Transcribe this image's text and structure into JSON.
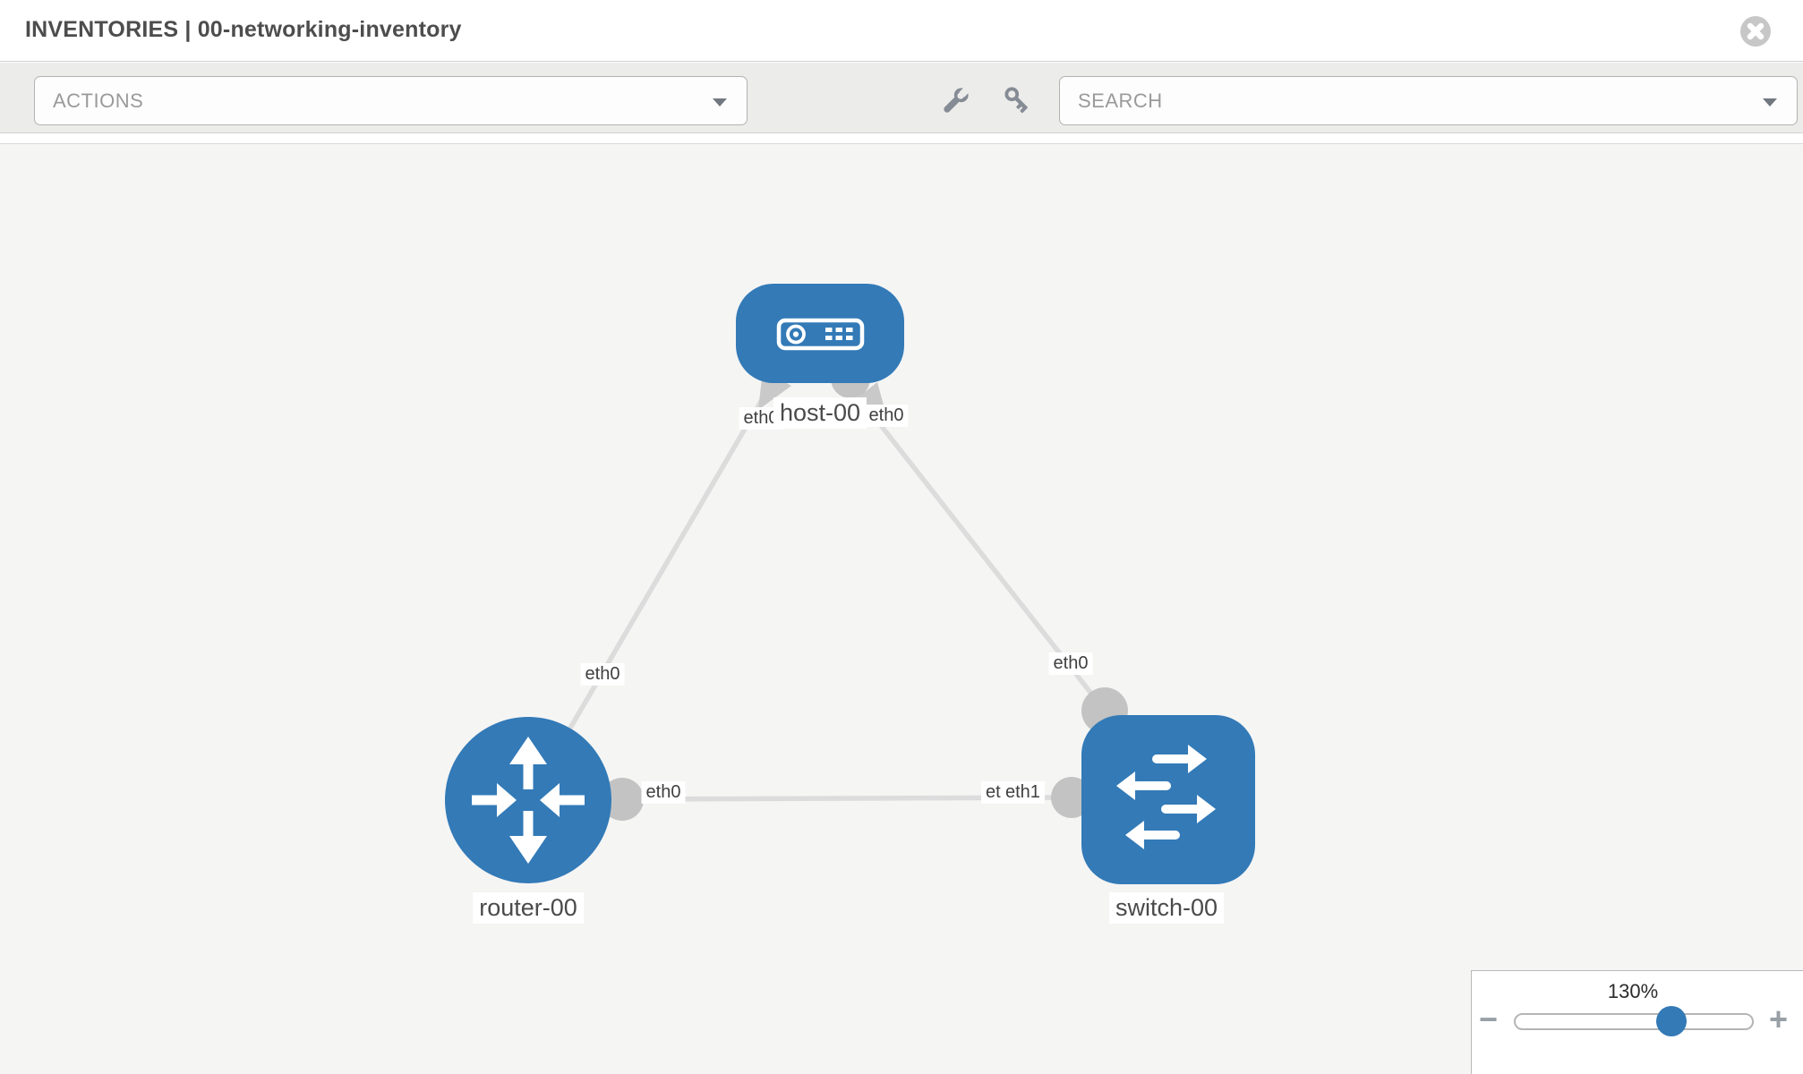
{
  "header": {
    "title": "INVENTORIES | 00-networking-inventory"
  },
  "toolbar": {
    "actions_label": "ACTIONS",
    "search_label": "SEARCH"
  },
  "topology": {
    "node_labels": {
      "host": "host-00",
      "router": "router-00",
      "switch": "switch-00"
    },
    "interfaces": {
      "host_left": "eth0",
      "host_right": "eth0",
      "router_top": "eth0",
      "switch_top": "eth0",
      "router_right": "eth0",
      "switch_left_back": "eth0",
      "switch_left_front": "eth1"
    },
    "links": [
      {
        "source": "host-00",
        "source_interface": "eth0",
        "target": "router-00",
        "target_interface": "eth0"
      },
      {
        "source": "host-00",
        "source_interface": "eth0",
        "target": "switch-00",
        "target_interface": "eth0"
      },
      {
        "source": "router-00",
        "source_interface": "eth0",
        "target": "switch-00",
        "target_interface": "eth1"
      }
    ]
  },
  "zoom_control": {
    "level": "130%",
    "percent": 130,
    "minus_label": "−",
    "plus_label": "+"
  },
  "colors": {
    "node_blue": "#337ab7",
    "link_gray": "#dcdcdc",
    "port_gray": "#c3c3c3",
    "toolbar_gray": "#ececeb",
    "canvas_gray": "#f5f5f4"
  }
}
